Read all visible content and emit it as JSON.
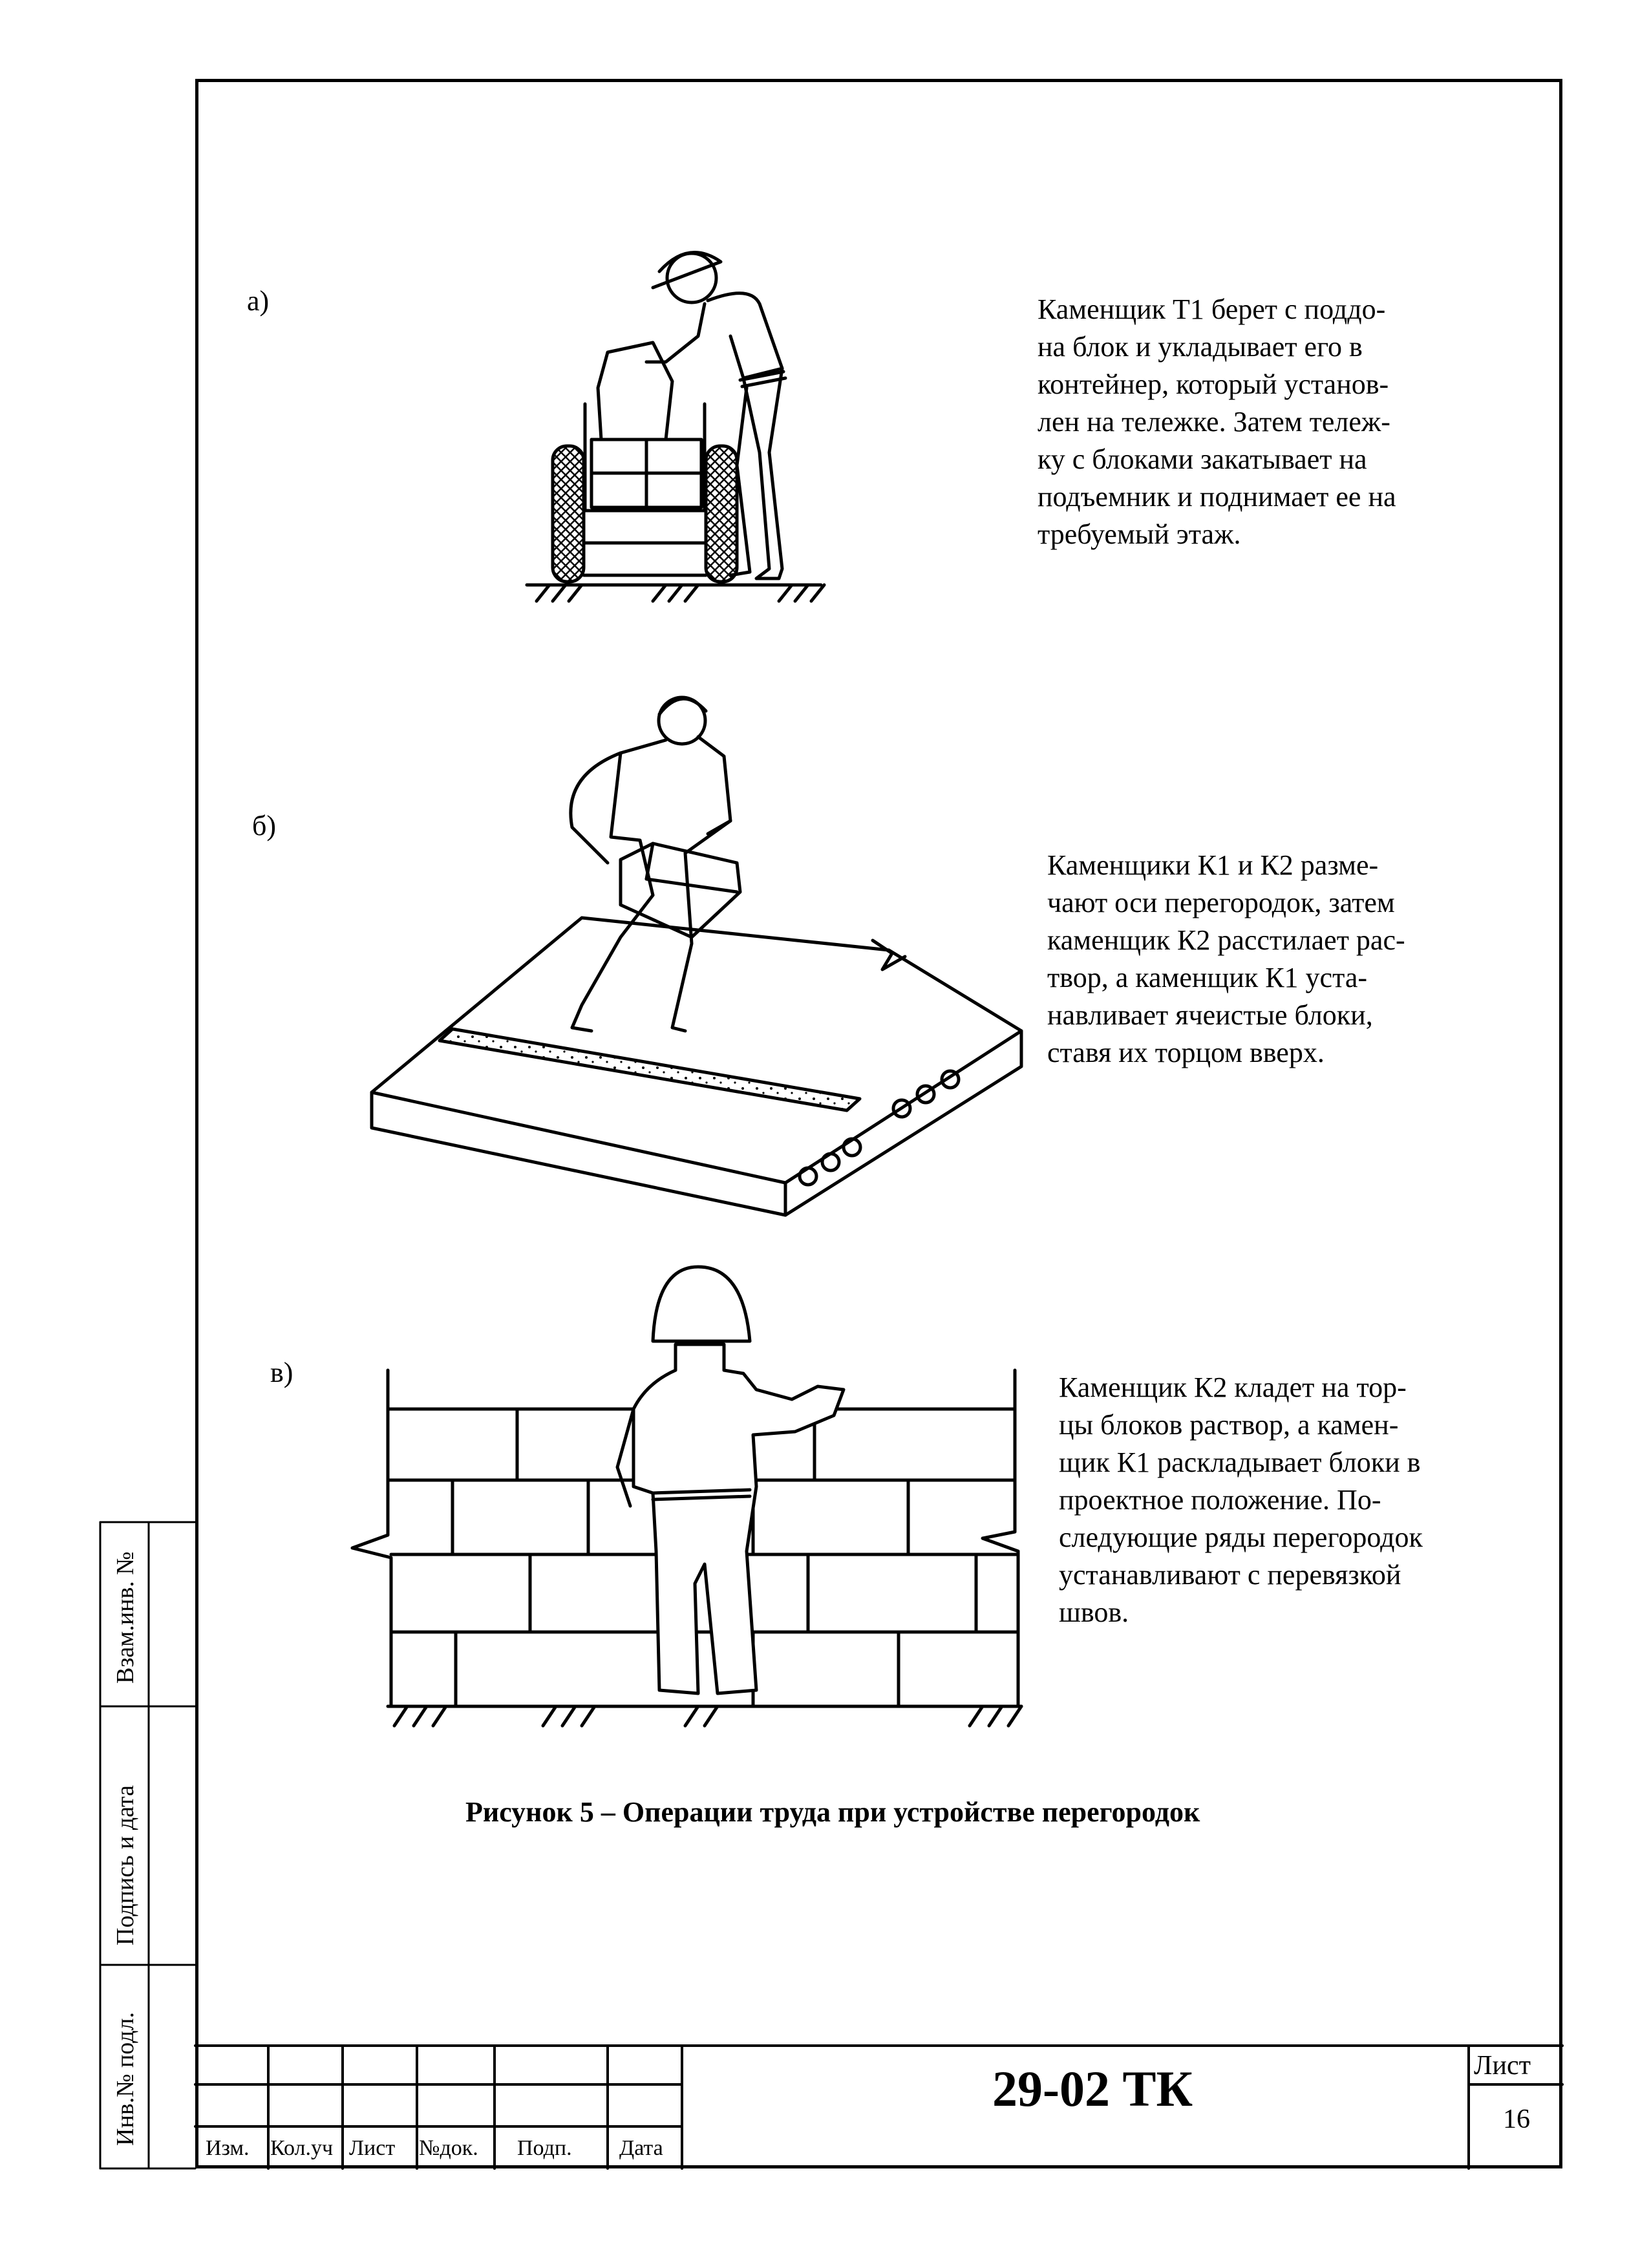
{
  "figure": {
    "panels": [
      {
        "label": "а)",
        "text_lines": [
          "Каменщик Т1 берет с поддо-",
          "на блок и укладывает его в",
          "контейнер, который установ-",
          "лен на тележке. Затем тележ-",
          "ку с блоками закатывает на",
          "подъемник и поднимает ее на",
          "требуемый этаж."
        ]
      },
      {
        "label": "б)",
        "text_lines": [
          "Каменщики К1 и К2 разме-",
          "чают оси перегородок, затем",
          "каменщик К2 расстилает рас-",
          "твор, а каменщик К1 уста-",
          "навливает ячеистые блоки,",
          "ставя их торцом вверх."
        ]
      },
      {
        "label": "в)",
        "text_lines": [
          "Каменщик К2 кладет на тор-",
          "цы блоков раствор, а камен-",
          "щик К1 раскладывает блоки в",
          "проектное положение. По-",
          "следующие ряды перегородок",
          "устанавливают с перевязкой",
          "швов."
        ]
      }
    ],
    "caption": "Рисунок 5 – Операции труда при устройстве перегородок"
  },
  "side_stamp": {
    "labels": [
      "Взам.инв. №",
      "Подпись и дата",
      "Инв.№ подл."
    ]
  },
  "title_block": {
    "headers": [
      "Изм.",
      "Кол.уч",
      "Лист",
      "№док.",
      "Подп.",
      "Дата"
    ],
    "document_code": "29-02 ТК",
    "sheet_label": "Лист",
    "sheet_number": "16"
  }
}
